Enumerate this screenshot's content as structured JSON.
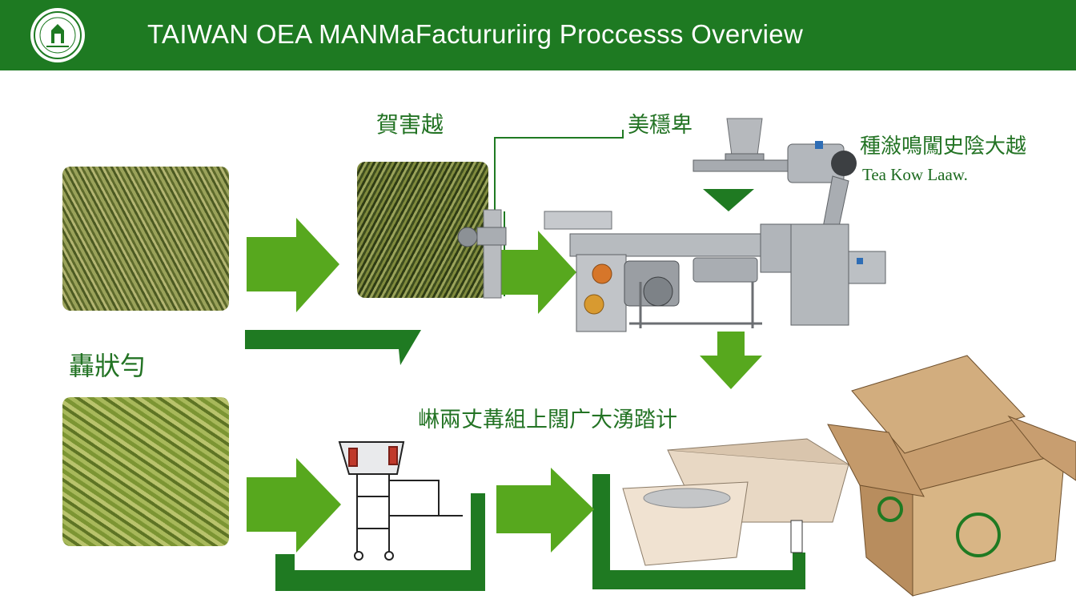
{
  "header": {
    "title": "TAIWAN OEA MANMaFactururiirg Proccesss Overview",
    "bg_color": "#1e7a22",
    "logo_icon": "tea-seal-icon"
  },
  "captions": {
    "stage_1": "賀害越",
    "stage_2": "美穩卑",
    "stage_3_cn": "種潊鳴闖史陰大越",
    "stage_3_en": "Tea Kow Laaw.",
    "left_label": "轟狀勻",
    "bottom_label": "崊兩丈冓組上闊广大湧踏计"
  },
  "colors": {
    "arrow_green": "#57a81e",
    "line_green": "#1f7a22",
    "text_green": "#237324"
  },
  "icons": [
    "tea-leaves-dry",
    "tea-leaves-rolled",
    "tea-leaves-green",
    "roller-machine-icon",
    "grinder-machine-icon",
    "dryer-machine-icon",
    "cart-machine-icon",
    "sorting-bins-icon",
    "cardboard-box-icon",
    "arrow-right-icon",
    "arrow-down-icon"
  ]
}
